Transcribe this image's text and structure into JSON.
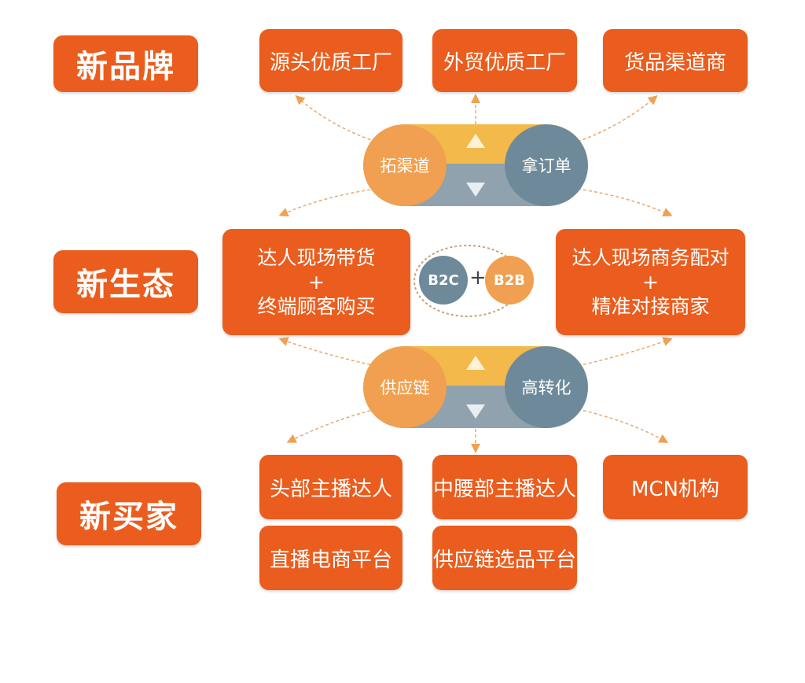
{
  "categories": {
    "brand": "新品牌",
    "ecology": "新生态",
    "buyer": "新买家"
  },
  "top_nodes": [
    "源头优质工厂",
    "外贸优质工厂",
    "货品渠道商"
  ],
  "capsule_top": {
    "left": "拓渠道",
    "right": "拿订单"
  },
  "middle_left": {
    "line1": "达人现场带货",
    "plus": "+",
    "line2": "终端顾客购买"
  },
  "middle_right": {
    "line1": "达人现场商务配对",
    "plus": "+",
    "line2": "精准对接商家"
  },
  "b2": {
    "left": "B2C",
    "plus": "+",
    "right": "B2B"
  },
  "capsule_bottom": {
    "left": "供应链",
    "right": "高转化"
  },
  "bottom_nodes": [
    "头部主播达人",
    "中腰部主播达人",
    "MCN机构",
    "直播电商平台",
    "供应链选品平台"
  ],
  "colors": {
    "box": "#EA5D1E",
    "orange_circle": "#F0A050",
    "blue_circle": "#6E8A9A",
    "yellow": "#F3B94A"
  }
}
